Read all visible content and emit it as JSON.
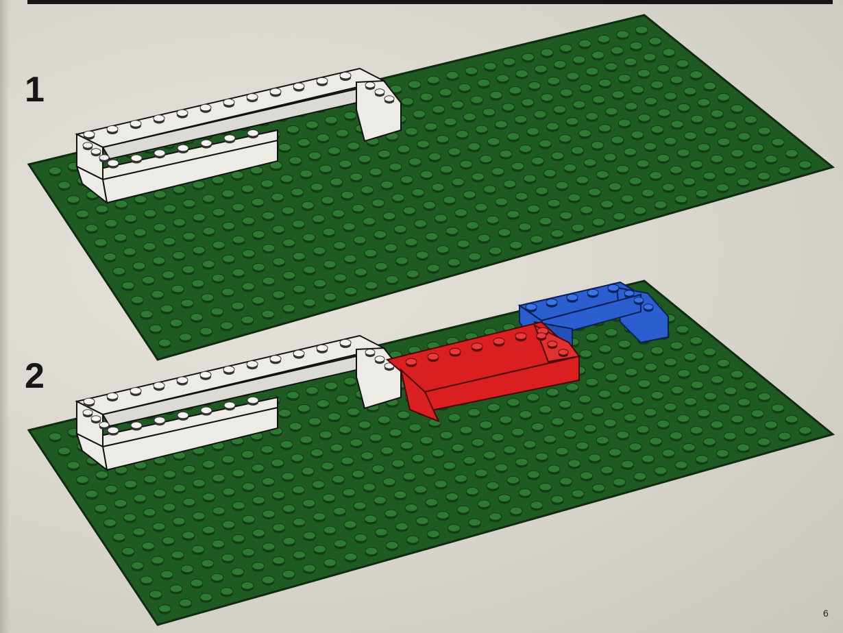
{
  "document": {
    "type": "building-instructions-page",
    "page_number": "6"
  },
  "steps": [
    {
      "number": "1",
      "parts_added": [
        {
          "color_name": "white",
          "color": "#ecebe6",
          "shape": "rectangular-frame"
        }
      ]
    },
    {
      "number": "2",
      "parts_added": [
        {
          "color_name": "red",
          "color": "#d91f1f",
          "shape": "bracket"
        },
        {
          "color_name": "blue",
          "color": "#2b5fd0",
          "shape": "l-frame"
        }
      ]
    }
  ],
  "colors": {
    "baseplate": "#1f5a22",
    "stud_dark": "#123d15",
    "stud_light": "#2f7a33",
    "white_brick": "#ecebe6",
    "red_brick": "#d91f1f",
    "blue_brick": "#2b5fd0",
    "outline": "#111111"
  }
}
